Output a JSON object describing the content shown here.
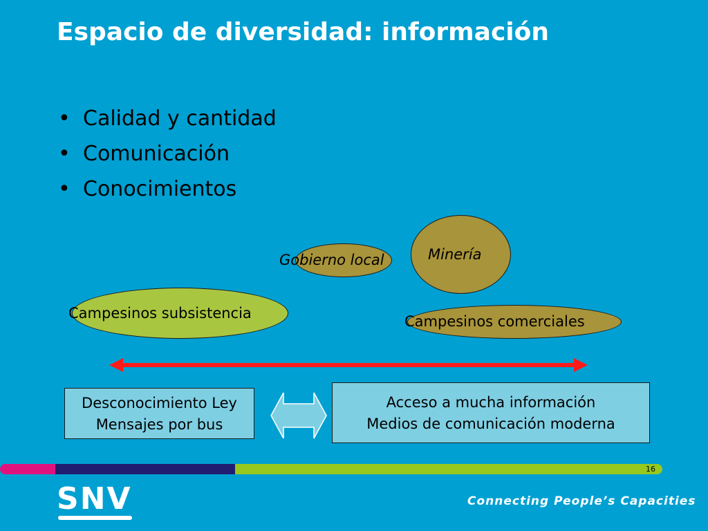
{
  "slide": {
    "title": "Espacio de diversidad: información",
    "bullets": [
      "Calidad y cantidad",
      "Comunicación",
      "Conocimientos"
    ],
    "bullet_glyph": "•"
  },
  "diagram": {
    "actors": {
      "gobierno_local": "Gobierno local",
      "mineria": "Minería",
      "campesinos_subsistencia": "Campesinos subsistencia",
      "campesinos_comerciales": "Campesinos comerciales"
    },
    "box_left": [
      "Desconocimiento Ley",
      "Mensajes por bus"
    ],
    "box_right": [
      "Acceso a mucha información",
      "Medios de comunicación moderna"
    ],
    "colors": {
      "background": "#00a0d2",
      "olive_fill": "#a8943a",
      "lime_fill": "#a9c640",
      "arrow_red": "#ff1a1a",
      "box_fill": "#7fcfe3"
    }
  },
  "footer": {
    "page_number": "16",
    "logo": "SNV",
    "tagline": "Connecting People’s Capacities"
  }
}
